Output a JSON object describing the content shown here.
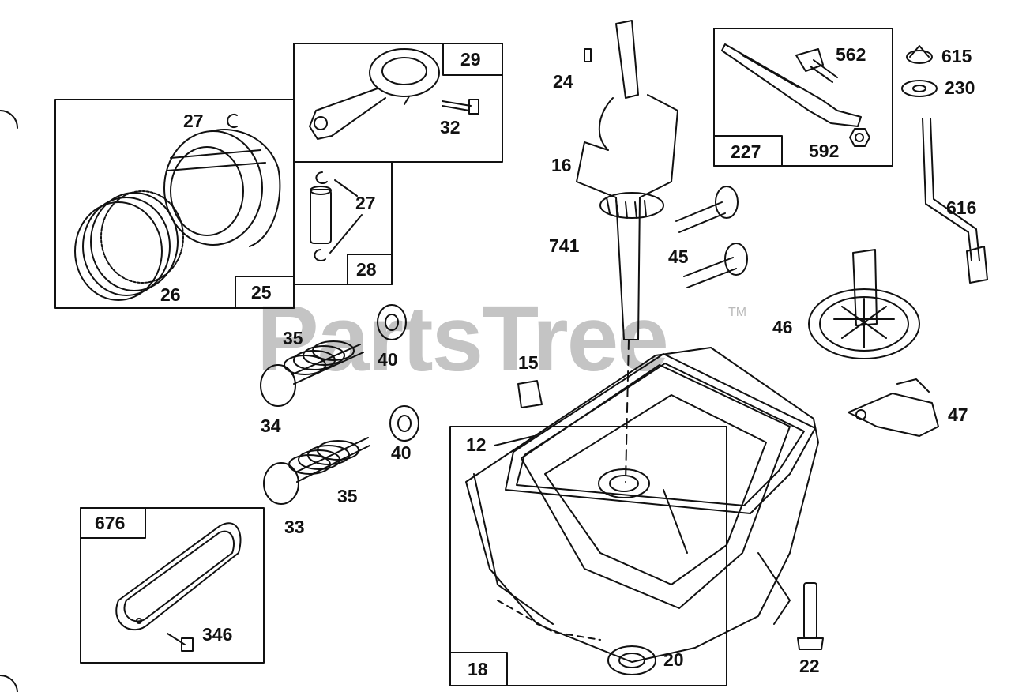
{
  "watermark": {
    "text": "PartsTree",
    "mark": "TM"
  },
  "boxes": {
    "b25": "25",
    "b29": "29",
    "b28": "28",
    "b227": "227",
    "b676": "676",
    "b18": "18"
  },
  "callouts": {
    "c27a": "27",
    "c26": "26",
    "c32": "32",
    "c27b": "27",
    "c24": "24",
    "c16": "16",
    "c741": "741",
    "c45": "45",
    "c562": "562",
    "c592": "592",
    "c615": "615",
    "c230": "230",
    "c616": "616",
    "c46": "46",
    "c47": "47",
    "c35a": "35",
    "c40a": "40",
    "c15": "15",
    "c34": "34",
    "c40b": "40",
    "c12": "12",
    "c35b": "35",
    "c33": "33",
    "c346": "346",
    "c20": "20",
    "c22": "22"
  },
  "colors": {
    "line": "#111111",
    "watermark": "#c4c4c4"
  }
}
